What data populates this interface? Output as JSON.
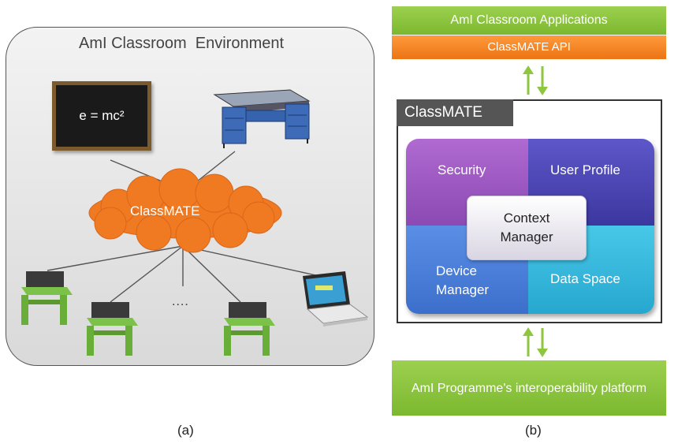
{
  "panel_a": {
    "title": "AmI Classroom  Environment",
    "blackboard_text": "e = mc²",
    "cloud_label": "ClassMATE",
    "ellipsis": "....",
    "caption": "(a)"
  },
  "panel_b": {
    "apps_bar": "AmI Classroom Applications",
    "api_bar": "ClassMATE API",
    "classmate_tab": "ClassMATE",
    "modules": {
      "security": "Security",
      "user_profile": "User Profile",
      "device_manager": "Device Manager",
      "data_space": "Data Space",
      "context_manager": "Context Manager"
    },
    "platform_bar": "AmI Programme's interoperability platform",
    "caption": "(b)"
  },
  "colors": {
    "green_bar": "#7cb82f",
    "orange_bar": "#ec7413",
    "cloud": "#f07a22",
    "security": "#9b56c3",
    "user_profile": "#4540b0",
    "device_manager": "#4a7fd9",
    "data_space": "#36b7dd",
    "arrow": "#8fc63f"
  }
}
